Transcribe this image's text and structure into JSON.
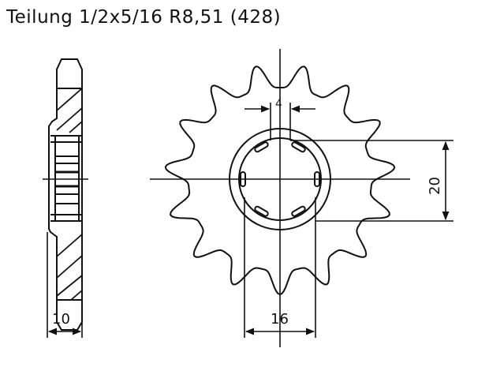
{
  "title": "Teilung 1/2x5/16 R8,51 (428)",
  "drawing": {
    "type": "sprocket technical drawing",
    "teeth_count_visible": 15,
    "line_color": "#111111",
    "background": "#ffffff"
  },
  "dimensions": {
    "spline_width": "4",
    "hub_height": "20",
    "bore_width": "16",
    "thickness": "10"
  },
  "views": {
    "side_view": "Side section (hatched)",
    "front_view": "Front view"
  }
}
